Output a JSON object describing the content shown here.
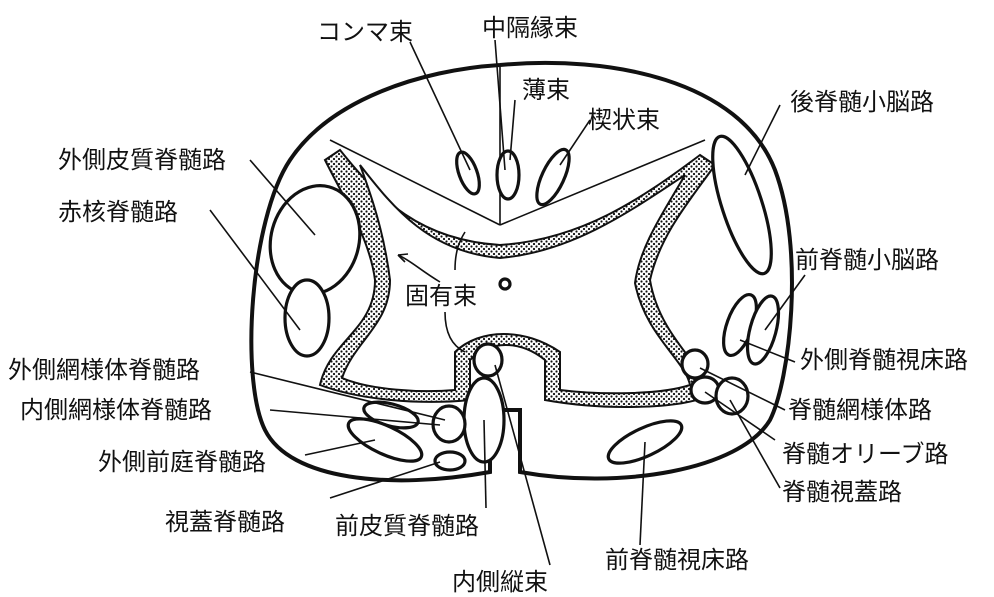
{
  "labels": {
    "comma_tract": "コンマ束",
    "septomarginal_tract": "中隔縁束",
    "gracile": "薄束",
    "cuneate": "楔状束",
    "posterior_spinocerebellar": "後脊髄小脳路",
    "lateral_corticospinal": "外側皮質脊髄路",
    "rubrospinal": "赤核脊髄路",
    "anterior_spinocerebellar": "前脊髄小脳路",
    "fasciculus_proprius": "固有束",
    "lateral_reticulospinal": "外側網様体脊髄路",
    "lateral_spinothalamic": "外側脊髄視床路",
    "medial_reticulospinal": "内側網様体脊髄路",
    "spinoreticular": "脊髄網様体路",
    "spino_olivary": "脊髄オリーブ路",
    "lateral_vestibulospinal": "外側前庭脊髄路",
    "spinotectal": "脊髄視蓋路",
    "tectospinal": "視蓋脊髄路",
    "anterior_corticospinal": "前皮質脊髄路",
    "anterior_spinothalamic": "前脊髄視床路",
    "medial_longitudinal": "内側縦束"
  },
  "colors": {
    "ink": "#111111",
    "background": "#ffffff"
  }
}
